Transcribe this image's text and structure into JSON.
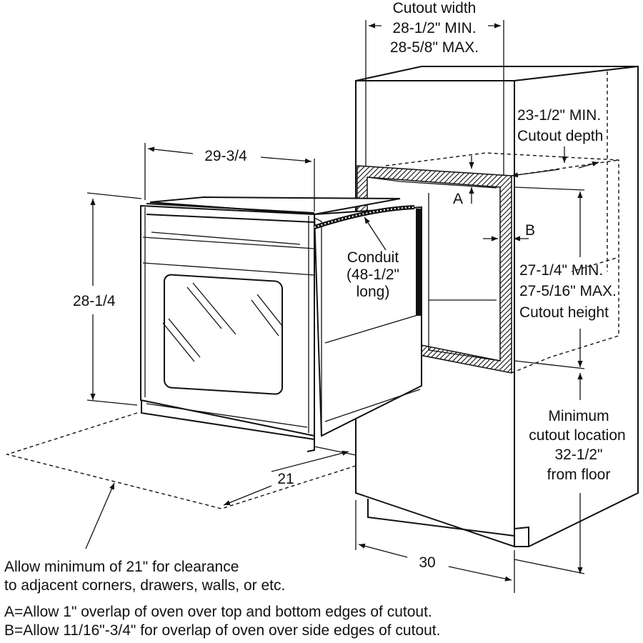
{
  "labels": {
    "cutout_width_title": "Cutout width",
    "cutout_width_min": "28-1/2\" MIN.",
    "cutout_width_max": "28-5/8\" MAX.",
    "cutout_depth_min": "23-1/2\" MIN.",
    "cutout_depth_title": "Cutout depth",
    "dim_oven_width": "29-3/4",
    "dim_oven_height": "28-1/4",
    "dim_oven_depth": "21",
    "dim_cabinet_width": "30",
    "marker_a": "A",
    "marker_b": "B",
    "conduit_line1": "Conduit",
    "conduit_line2": "(48-1/2\"",
    "conduit_line3": "long)",
    "cutout_height_min": "27-1/4\" MIN.",
    "cutout_height_max": "27-5/16\" MAX.",
    "cutout_height_title": "Cutout height",
    "min_loc_line1": "Minimum",
    "min_loc_line2": "cutout location",
    "min_loc_line3": "32-1/2\"",
    "min_loc_line4": "from floor"
  },
  "notes": {
    "clearance_line1": "Allow minimum of 21\" for clearance",
    "clearance_line2": "to adjacent corners, drawers, walls, or etc.",
    "note_a": "A=Allow 1\" overlap of oven over top and bottom edges of cutout.",
    "note_b": "B=Allow 11/16\"-3/4\" for overlap of oven over side edges of cutout."
  }
}
